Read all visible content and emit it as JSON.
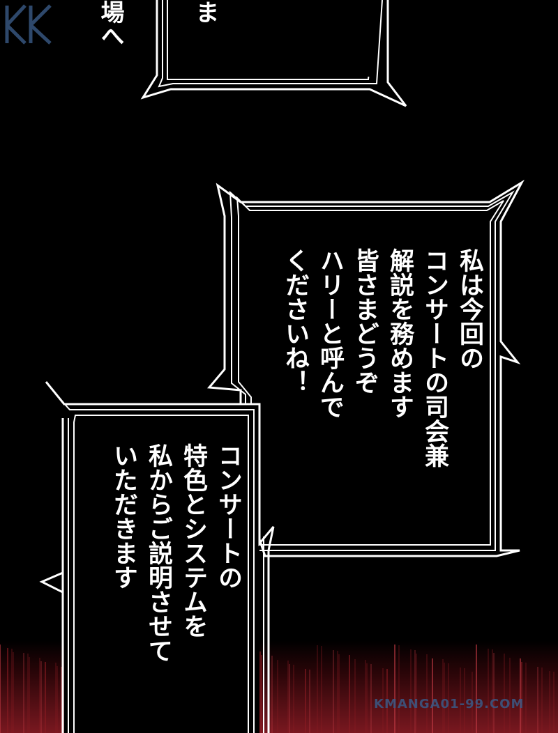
{
  "page": {
    "background": "#000000",
    "floor_color": "#8a1b22"
  },
  "bubbles": [
    {
      "id": "bubble1",
      "lines": [
        "ま",
        "場へ"
      ]
    },
    {
      "id": "bubble2",
      "lines": [
        "私は今回の",
        "コンサートの司会兼",
        "解説を務めます",
        "皆さまどうぞ",
        "ハリーと呼んで",
        "くださいね！"
      ]
    },
    {
      "id": "bubble3",
      "lines": [
        "コンサートの",
        "特色とシステムを",
        "私からご説明させて",
        "いただきます"
      ]
    }
  ],
  "watermark": {
    "text": "KMANGA01-99.COM",
    "logo_icon": "kk-logo-icon",
    "color": "#3a5a86"
  }
}
